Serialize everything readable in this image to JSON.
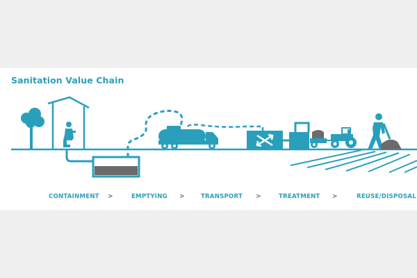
{
  "title": "Sanitation Value Chain",
  "steps": [
    "CONTAINMENT",
    "EMPTYING",
    "TRANSPORT",
    "TREATMENT",
    "REUSE/DISPOSAL"
  ],
  "separator": ">",
  "colors": {
    "accent": "#2a9fbc",
    "ground": "#2a9fbc",
    "sludge": "#6b6b6b",
    "background": "#f0f0f0",
    "panel": "#ffffff"
  },
  "icons": [
    "tree-icon",
    "latrine-icon",
    "person-squatting-icon",
    "pit-tank-icon",
    "vacuum-truck-icon",
    "treatment-plant-icon",
    "tractor-icon",
    "farmer-shoveling-icon",
    "field-furrows-icon"
  ]
}
